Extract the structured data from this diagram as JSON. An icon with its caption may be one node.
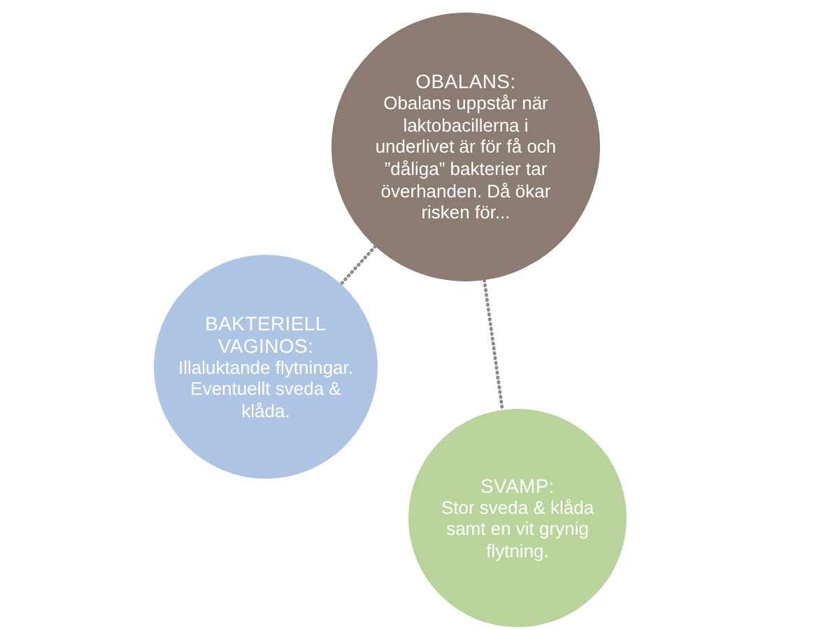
{
  "diagram": {
    "nodes": [
      {
        "text": [
          "OBALANS:",
          "Obalans uppstår när laktobacillerna i underlivet är för få och ”dåliga” bakterier tar överhanden. Då ökar risken för..."
        ]
      },
      {
        "text": [
          "BAKTERIELL VAGINOS:",
          "Illaluktande flytningar. Eventuellt sveda & klåda."
        ]
      },
      {
        "text": [
          "SVAMP:",
          "Stor sveda & klåda samt en vit grynig flytning."
        ]
      }
    ],
    "edges": [
      {
        "from": 0,
        "to": 1,
        "arrow": "none"
      },
      {
        "from": 0,
        "to": 2,
        "arrow": "none"
      }
    ]
  }
}
